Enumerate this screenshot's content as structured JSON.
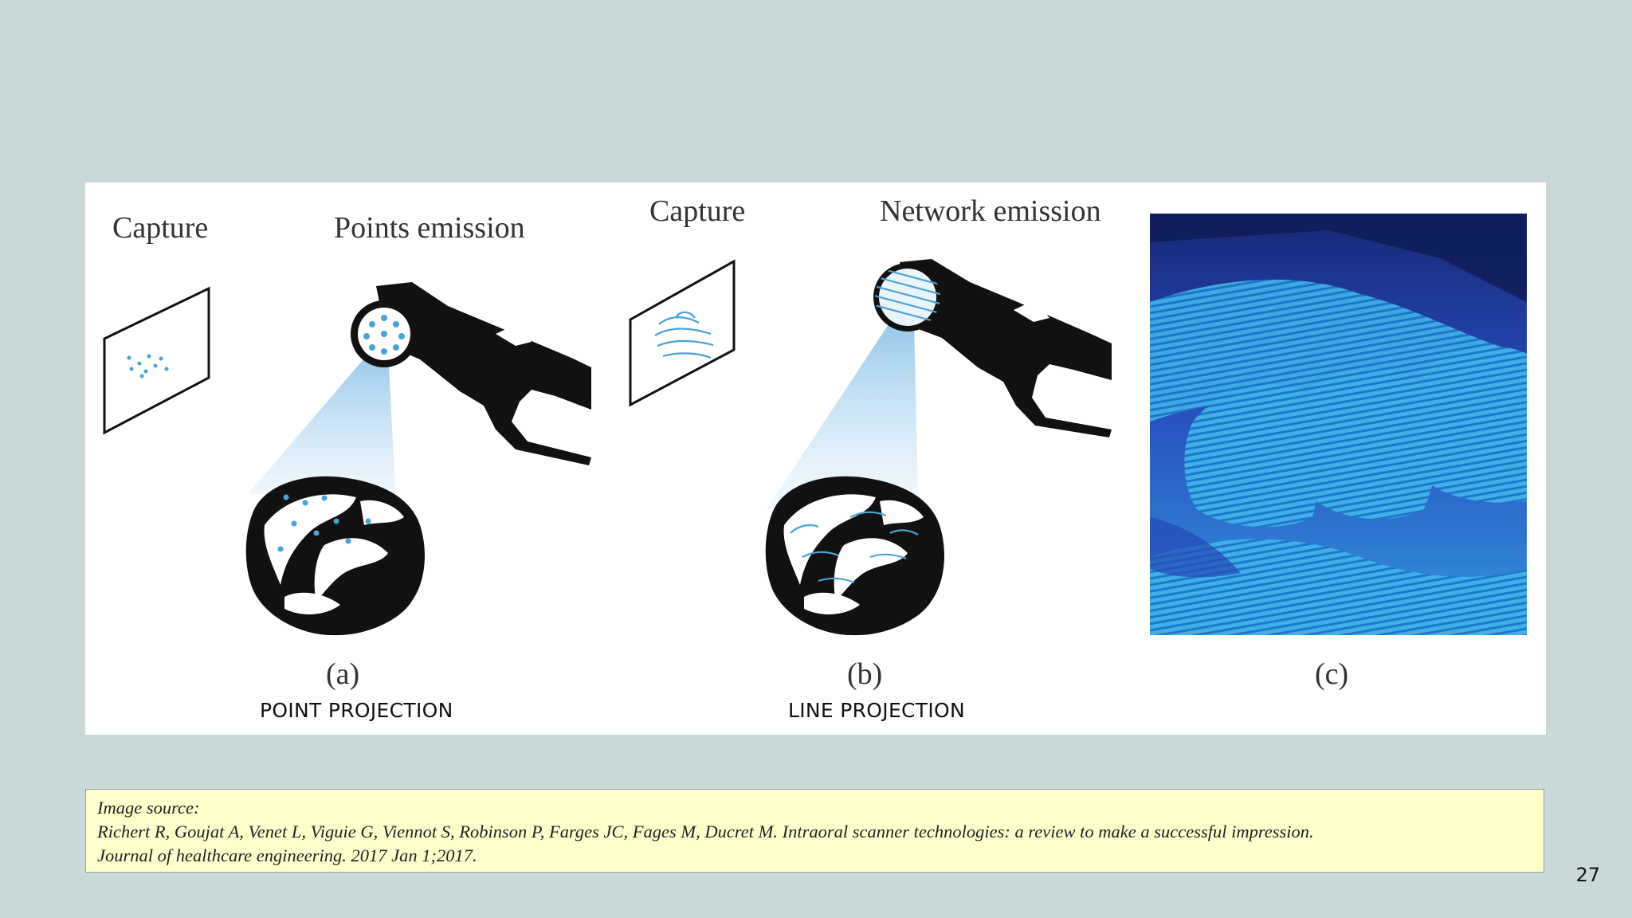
{
  "figure": {
    "panel_a": {
      "capture_label": "Capture",
      "emission_label": "Points emission",
      "letter": "(a)",
      "caption": "POINT PROJECTION"
    },
    "panel_b": {
      "capture_label": "Capture",
      "emission_label": "Network emission",
      "letter": "(b)",
      "caption": "LINE PROJECTION"
    },
    "panel_c": {
      "letter": "(c)"
    }
  },
  "source": {
    "heading": "Image source:",
    "line1": "Richert R, Goujat A, Venet L, Viguie G, Viennot S, Robinson P, Farges JC, Fages M, Ducret M. Intraoral scanner technologies: a review to make a successful impression.",
    "line2": "Journal of healthcare engineering. 2017 Jan 1;2017."
  },
  "page_number": "27",
  "colors": {
    "background": "#c9d9d7",
    "source_box": "#ffffcc",
    "scan_blue": "#3fb6f0"
  }
}
